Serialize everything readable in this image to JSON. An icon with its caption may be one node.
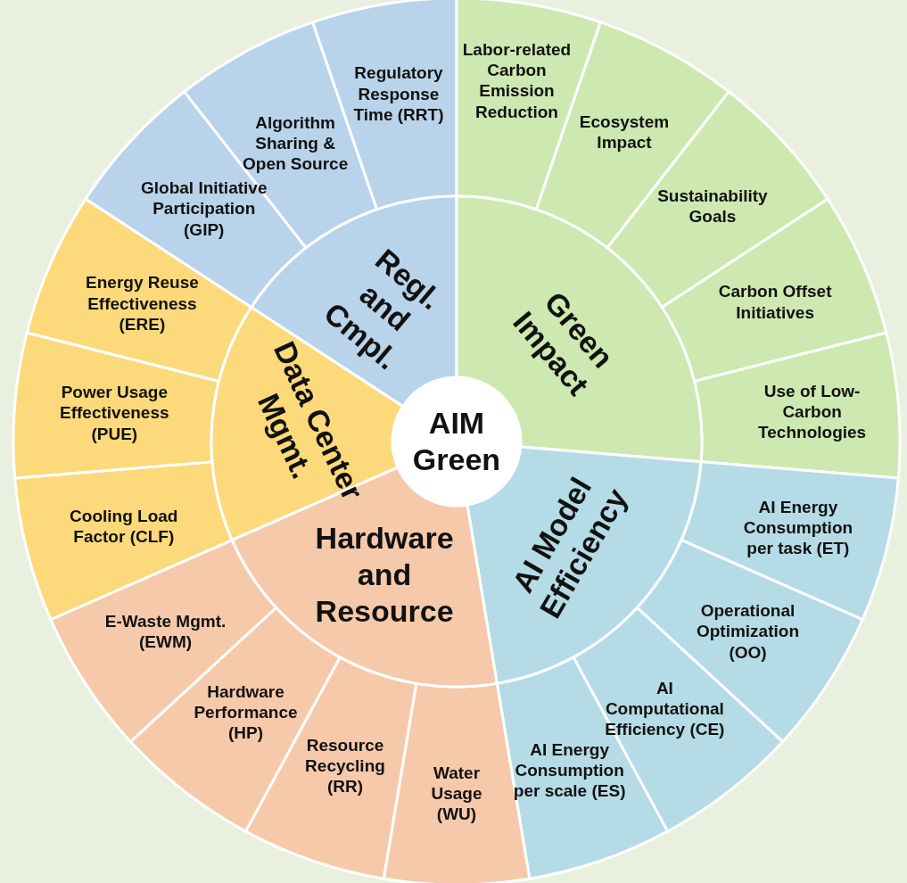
{
  "diagram": {
    "nodes": [
      {
        "text": [
          "AIM Green"
        ]
      },
      {
        "text": [
          "Regl. and Cmpl."
        ]
      },
      {
        "text": [
          "Green Impact"
        ]
      },
      {
        "text": [
          "AI Model Efficiency"
        ]
      },
      {
        "text": [
          "Hardware and Resource"
        ]
      },
      {
        "text": [
          "Data Center Mgmt."
        ]
      },
      {
        "text": [
          "Global Initiative Participation (GIP)"
        ]
      },
      {
        "text": [
          "Algorithm Sharing & Open Source"
        ]
      },
      {
        "text": [
          "Regulatory Response Time (RRT)"
        ]
      },
      {
        "text": [
          "Labor-related Carbon Emission Reduction"
        ]
      },
      {
        "text": [
          "Ecosystem Impact"
        ]
      },
      {
        "text": [
          "Sustainability Goals"
        ]
      },
      {
        "text": [
          "Carbon Offset Initiatives"
        ]
      },
      {
        "text": [
          "Use of Low-Carbon Technologies"
        ]
      },
      {
        "text": [
          "AI Energy Consumption per task (ET)"
        ]
      },
      {
        "text": [
          "Operational Optimization (OO)"
        ]
      },
      {
        "text": [
          "AI Computational Efficiency (CE)"
        ]
      },
      {
        "text": [
          "AI Energy Consumption per scale (ES)"
        ]
      },
      {
        "text": [
          "Water Usage (WU)"
        ]
      },
      {
        "text": [
          "Resource Recycling (RR)"
        ]
      },
      {
        "text": [
          "Hardware Performance (HP)"
        ]
      },
      {
        "text": [
          "E-Waste Mgmt. (EWM)"
        ]
      },
      {
        "text": [
          "Cooling Load Factor (CLF)"
        ]
      },
      {
        "text": [
          "Power Usage Effectiveness (PUE)"
        ]
      },
      {
        "text": [
          "Energy Reuse Effectiveness (ERE)"
        ]
      }
    ]
  }
}
